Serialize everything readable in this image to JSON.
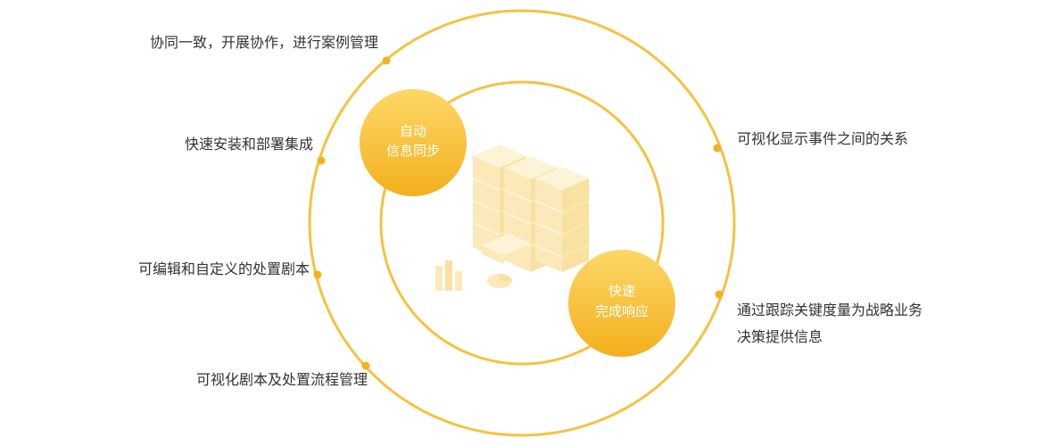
{
  "colors": {
    "ring": "#f5c242",
    "badge_top": "#fbd15a",
    "badge_bottom": "#f5b21e",
    "text": "#333333"
  },
  "left_features": [
    "协同一致，开展协作，进行案例管理",
    "快速安装和部署集成",
    "可编辑和自定义的处置剧本",
    "可视化剧本及处置流程管理"
  ],
  "right_features": [
    "可视化显示事件之间的关系",
    "通过跟踪关键度量为战略业务",
    "决策提供信息"
  ],
  "badges": {
    "top_left": {
      "line1": "自动",
      "line2": "信息同步"
    },
    "bottom_right": {
      "line1": "快速",
      "line2": "完成响应"
    }
  },
  "center_icon": "isometric-server-stack-illustration"
}
